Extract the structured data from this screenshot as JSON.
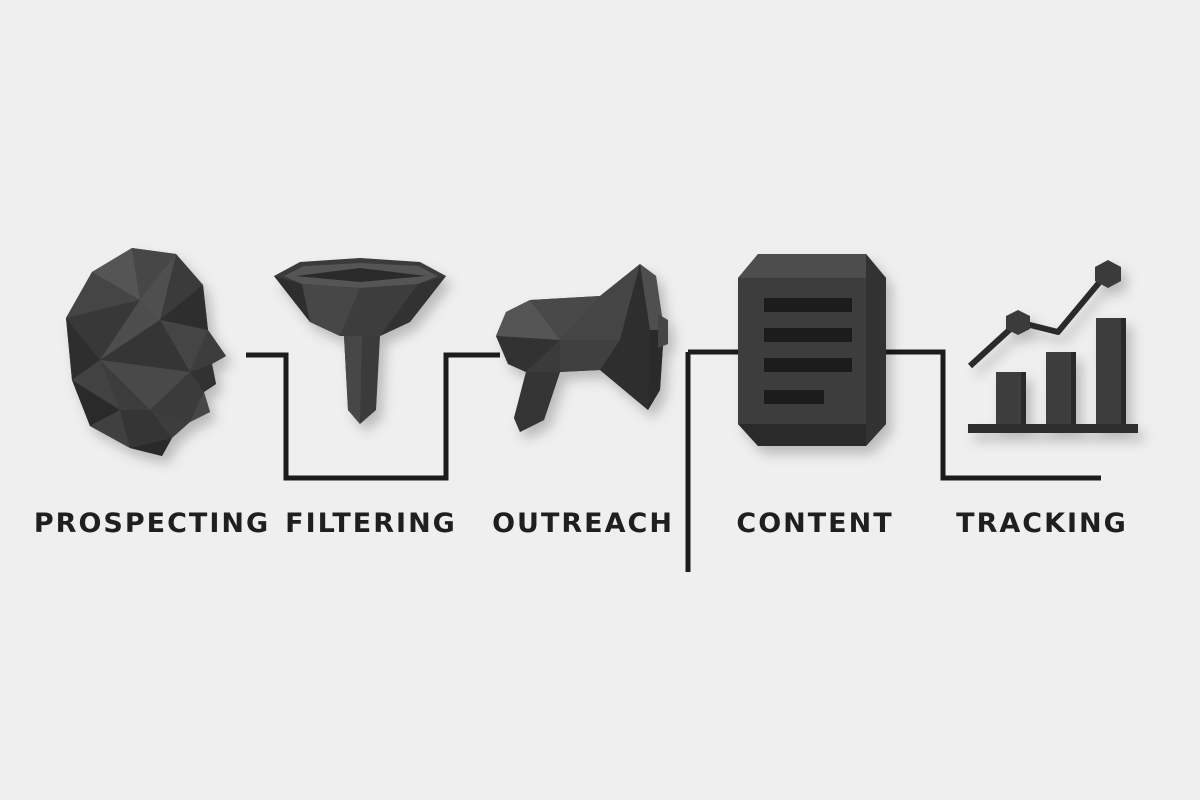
{
  "steps": [
    {
      "label": "PROSPECTING",
      "icon": "polygon-head-icon"
    },
    {
      "label": "FILTERING",
      "icon": "funnel-icon"
    },
    {
      "label": "OUTREACH",
      "icon": "megaphone-icon"
    },
    {
      "label": "CONTENT",
      "icon": "document-icon"
    },
    {
      "label": "TRACKING",
      "icon": "rising-bar-chart-icon"
    }
  ],
  "colors": {
    "background": "#efefef",
    "icon_dark": "#3a3a3a",
    "icon_mid": "#4a4a4a",
    "icon_light": "#5a5a5a",
    "line": "#1c1c1c",
    "text": "#1f1f1f"
  }
}
